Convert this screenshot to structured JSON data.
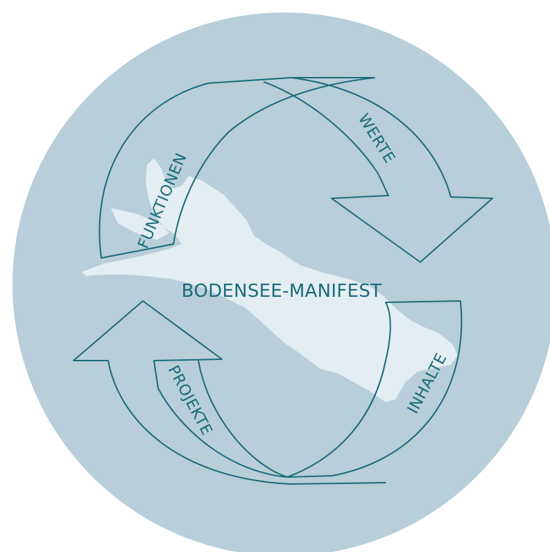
{
  "diagram": {
    "center_label": "BODENSEE-MANIFEST",
    "arrows": [
      {
        "label": "FUNKTIONEN"
      },
      {
        "label": "WERTE"
      },
      {
        "label": "INHALTE"
      },
      {
        "label": "PROJEKTE"
      }
    ]
  },
  "colors": {
    "circle": "#b8ced9",
    "lake": "#e3edf2",
    "ink": "#1a6b7b"
  }
}
